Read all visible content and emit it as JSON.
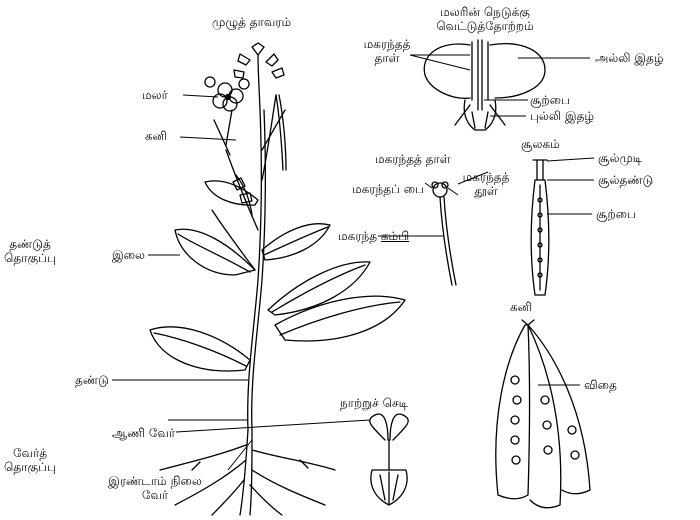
{
  "labels": {
    "whole_plant": "முழுத் தாவரம்",
    "flower": "மலர்",
    "fruit": "கனி",
    "shoot_system_1": "தண்டுத்",
    "shoot_system_2": "தொகுப்பு",
    "leaf": "இலை",
    "stem": "தண்டு",
    "tap_root": "ஆணி வேர்",
    "root_system_1": "வேர்த்",
    "root_system_2": "தொகுப்பு",
    "secondary_root_1": "இரண்டாம் நிலை",
    "secondary_root_2": "வேர்",
    "flower_section_1": "மலரின் நெடுக்கு",
    "flower_section_2": "வெட்டுத்தோற்றம்",
    "stamen_top_1": "மகரந்தத்",
    "stamen_top_2": "தாள்",
    "petal": "அல்லி இதழ்",
    "ovary_top": "சூற்பை",
    "sepal": "புல்லி இதழ்",
    "stamen_mid": "மகரந்தத் தாள்",
    "anther": "மகரந்தப் பை",
    "pollen_1": "மகரந்தத்",
    "pollen_2": "தூள்",
    "filament_pre": "மகரந்த ",
    "filament_u": "கம்பி",
    "pistil": "சூலகம்",
    "stigma": "சூல்முடி",
    "style": "சூல்தண்டு",
    "ovary_right": "சூற்பை",
    "seedling": "நாற்றுச் செடி",
    "fruit_right": "கனி",
    "seed": "விதை"
  }
}
